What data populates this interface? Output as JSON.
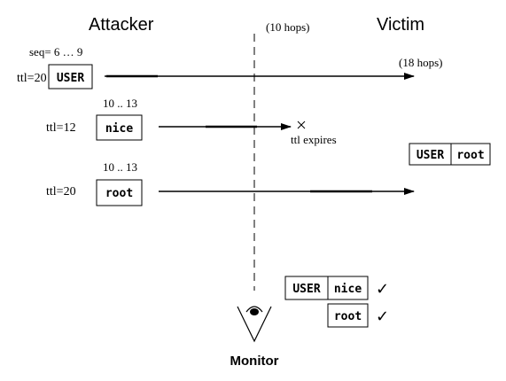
{
  "headers": {
    "attacker": "Attacker",
    "victim": "Victim",
    "monitor": "Monitor"
  },
  "hop_labels": {
    "monitor_distance": "(10 hops)",
    "victim_distance": "(18 hops)"
  },
  "seq_labels": {
    "first": "seq= 6 … 9",
    "second": "10 .. 13",
    "third": "10 .. 13"
  },
  "packets": [
    {
      "ttl": "ttl=20",
      "payload": "USER"
    },
    {
      "ttl": "ttl=12",
      "payload": "nice"
    },
    {
      "ttl": "ttl=20",
      "payload": "root"
    }
  ],
  "expire_label": "ttl expires",
  "victim_stream": [
    "USER",
    "root"
  ],
  "monitor_stream": {
    "row1": [
      "USER",
      "nice"
    ],
    "row2": [
      "root"
    ],
    "check": "✓"
  },
  "colors": {
    "ink": "#000000",
    "background": "#ffffff"
  }
}
